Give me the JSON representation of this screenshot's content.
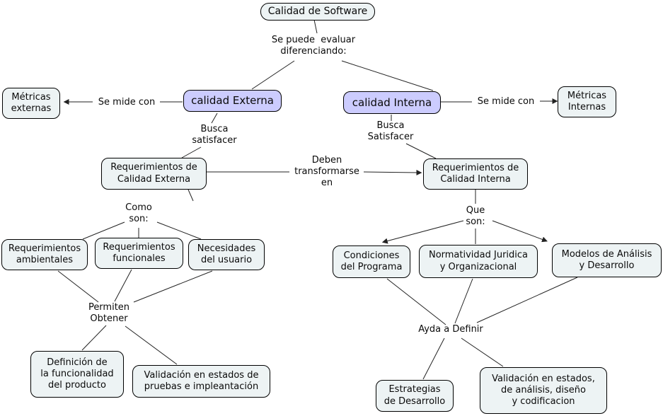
{
  "colors": {
    "background": "#ffffff",
    "node_fill": "#edf3f4",
    "concept_fill": "#ccccfe",
    "border": "#000000",
    "line": "#222222"
  },
  "nodes": {
    "calidad_software": "Calidad de Software",
    "metricas_externas": "Métricas\nexternas",
    "calidad_externa": "calidad Externa",
    "calidad_interna": "calidad Interna",
    "metricas_internas": "Métricas\nInternas",
    "req_calidad_externa": "Requerimientos de\nCalidad Externa",
    "req_calidad_interna": "Requerimientos de\nCalidad Interna",
    "req_ambientales": "Requerimientos\nambientales",
    "req_funcionales": "Requerimientos\nfuncionales",
    "necesidades_usuario": "Necesidades\ndel usuario",
    "condiciones_programa": "Condiciones\ndel Programa",
    "normatividad": "Normatividad Juridica\ny Organizacional",
    "modelos": "Modelos de Análisis\ny Desarrollo",
    "definicion_producto": "Definición de\nla funcionalidad\ndel producto",
    "validacion_pruebas": "Validación en estados de\npruebas e impleantación",
    "estrategias": "Estrategias\nde Desarrollo",
    "validacion_analisis": "Validación en estados,\nde análisis, diseño\ny codificacion"
  },
  "links": {
    "se_puede_evaluar": "Se puede  evaluar\ndiferenciando:",
    "se_mide_con_izq": "Se mide con",
    "se_mide_con_der": "Se mide con",
    "busca_satisfacer_izq": "Busca\nsatisfacer",
    "busca_satisfacer_der": "Busca\nSatisfacer",
    "deben_transformarse": "Deben\ntransformarse\nen",
    "como_son": "Como\nson:",
    "que_son": "Que\nson:",
    "permiten_obtener": "Permiten\nObtener",
    "ayda_definir": "Ayda a Definir"
  }
}
